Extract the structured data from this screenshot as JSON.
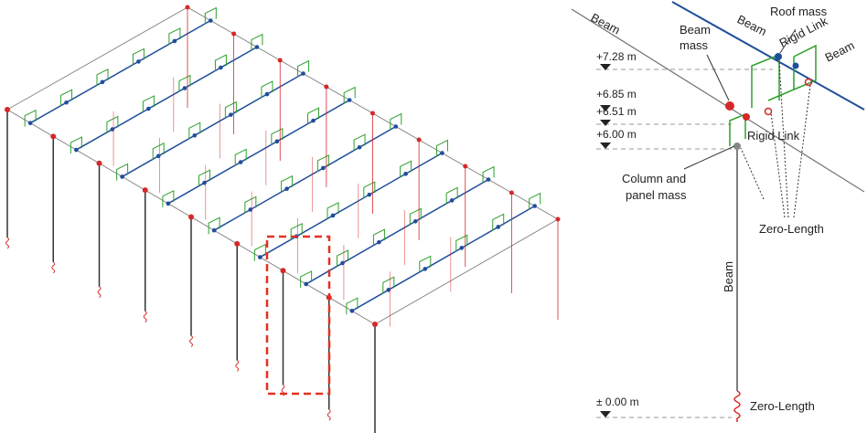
{
  "figure": {
    "detail_labels": {
      "beam_left": "Beam",
      "beam_top": "Beam",
      "beam_right": "Beam",
      "beam_vertical": "Beam",
      "roof_mass": "Roof mass",
      "rigid_link_top": "Rigid Link",
      "rigid_link_mid": "Rigid Link",
      "beam_mass_line1": "Beam",
      "beam_mass_line2": "mass",
      "column_mass_line1": "Column and",
      "column_mass_line2": "panel mass",
      "zero_length_mid": "Zero-Length",
      "zero_length_base": "Zero-Length"
    },
    "levels": [
      {
        "label": "+7.28 m"
      },
      {
        "label": "+6.85 m"
      },
      {
        "label": "+6.51 m"
      },
      {
        "label": "+6.00 m"
      },
      {
        "label": "± 0.00 m"
      }
    ],
    "colors": {
      "beam": "#1f4e9a",
      "rigid_link": "#2ca02c",
      "column": "#333333",
      "bracing": "#d62728",
      "mass_node": "#d62728",
      "frame": "#888888",
      "highlight": "#e53020"
    }
  }
}
